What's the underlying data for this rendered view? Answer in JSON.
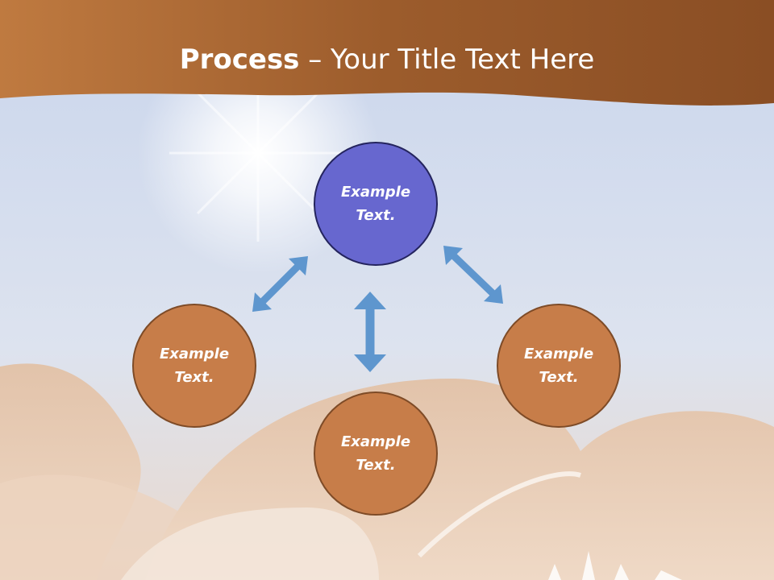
{
  "slide": {
    "title_bold": "Process",
    "title_rest": " – Your Title Text Here"
  },
  "diagram": {
    "nodes": [
      {
        "id": "top",
        "text": "Example Text."
      },
      {
        "id": "left",
        "text": "Example Text."
      },
      {
        "id": "bottom",
        "text": "Example Text."
      },
      {
        "id": "right",
        "text": "Example Text."
      }
    ]
  },
  "colors": {
    "header_brown": "#a3622f",
    "sky": "#d6dff0",
    "top_node_fill": "#6767cf",
    "top_node_border": "#24245e",
    "node_fill": "#c77d49",
    "node_border": "#7e4b27",
    "arrow": "#5e96ce"
  }
}
